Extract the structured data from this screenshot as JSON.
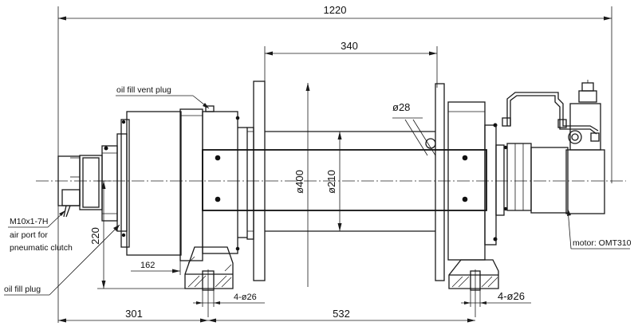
{
  "dimensions": {
    "overall_length": "1220",
    "drum_width": "340",
    "drum_diameter": "ø400",
    "shaft_diameter": "ø210",
    "hole_diameter": "ø28",
    "height_220": "220",
    "length_162": "162",
    "left_holes": "4-ø26",
    "right_holes": "4-ø26",
    "offset_301": "301",
    "spacing_532": "532"
  },
  "labels": {
    "oil_fill_vent_plug": "oil fill vent plug",
    "m10_line1": "M10x1-7H",
    "m10_line2": "air port for",
    "m10_line3": "pneumatic clutch",
    "oil_fill_plug": "oil fill plug",
    "motor": "motor: OMT310"
  }
}
